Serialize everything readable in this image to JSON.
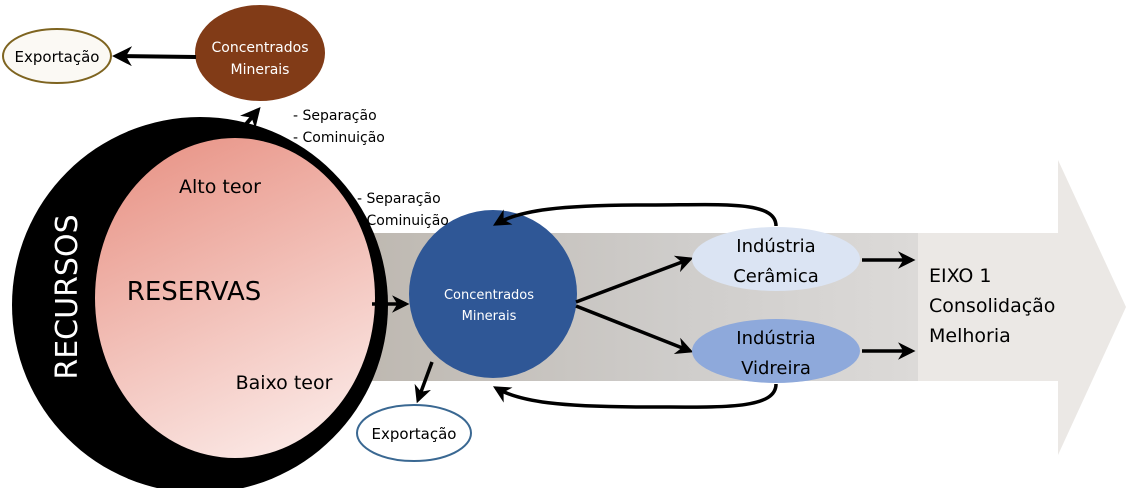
{
  "colors": {
    "recursos": "#000000",
    "reservas_top": "#e9978a",
    "reservas_bottom": "#fae6e2",
    "top_concentrados": "#813b17",
    "top_export_border": "#7e6420",
    "main_concentrados": "#2f5796",
    "bottom_export_border": "#3a6892",
    "ceramica": "#dbe4f3",
    "vidreira": "#8ea9db",
    "band_dark": "#c6c3bf",
    "band_light": "#ebe8e5",
    "arrow_stroke": "#000000"
  },
  "recursos": {
    "label": "RECURSOS"
  },
  "reservas": {
    "label": "RESERVAS",
    "high_grade": "Alto teor",
    "low_grade": "Baixo teor"
  },
  "top_branch": {
    "concentrados": {
      "line1": "Concentrados",
      "line2": "Minerais"
    },
    "export": "Exportação",
    "process": [
      "- Separação",
      "- Cominuição"
    ]
  },
  "main_branch": {
    "process": [
      "- Separação",
      "- Cominuição"
    ],
    "concentrados": {
      "line1": "Concentrados",
      "line2": "Minerais"
    },
    "export": "Exportação"
  },
  "industries": [
    {
      "line1": "Indústria",
      "line2": "Cerâmica"
    },
    {
      "line1": "Indústria",
      "line2": "Vidreira"
    }
  ],
  "axis": {
    "line1": "EIXO 1",
    "line2": "Consolidação",
    "line3": "Melhoria"
  }
}
